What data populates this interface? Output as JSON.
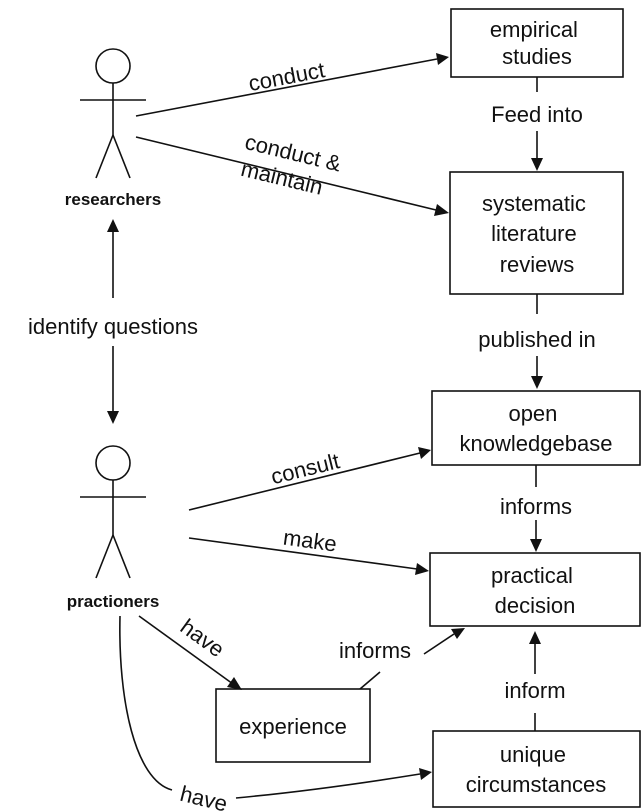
{
  "actors": {
    "researchers": "researchers",
    "practioners": "practioners"
  },
  "nodes": {
    "empirical_studies": [
      "empirical",
      "studies"
    ],
    "systematic_reviews": [
      "systematic",
      "literature",
      "reviews"
    ],
    "open_knowledgebase": [
      "open",
      "knowledgebase"
    ],
    "practical_decision": [
      "practical",
      "decision"
    ],
    "experience": [
      "experience"
    ],
    "unique_circumstances": [
      "unique",
      "circumstances"
    ]
  },
  "edges": {
    "conduct": "conduct",
    "conduct_maintain": [
      "conduct &",
      "maintain"
    ],
    "feed_into": "Feed into",
    "published_in": "published in",
    "identify_questions": "identify questions",
    "consult": "consult",
    "informs_kb": "informs",
    "make": "make",
    "have_experience": "have",
    "have_circumstances": "have",
    "informs_experience": "informs",
    "inform_circumstances": "inform"
  }
}
